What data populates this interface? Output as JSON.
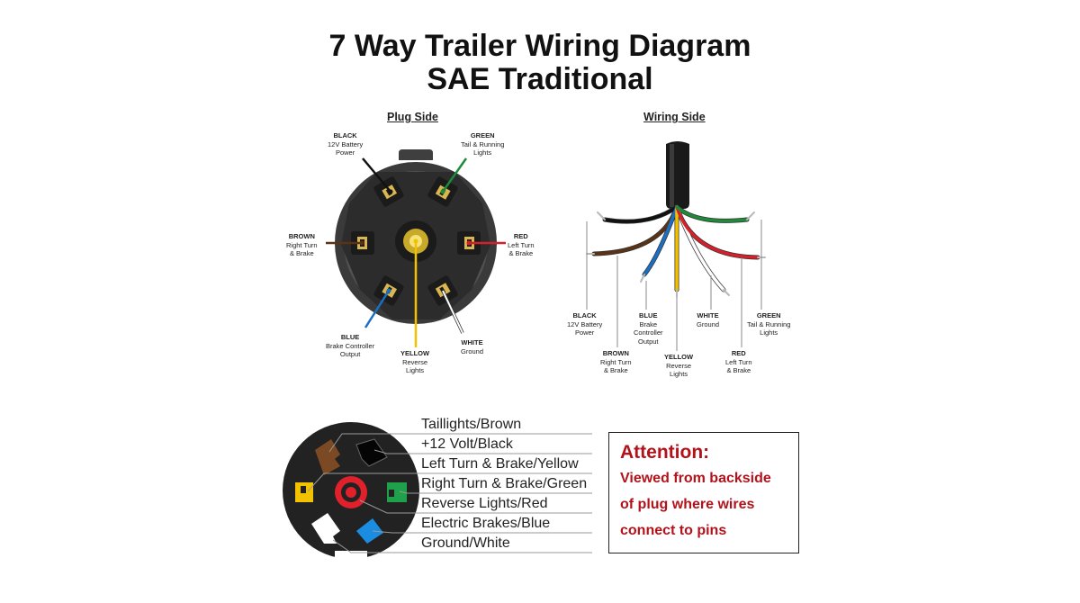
{
  "title_line1": "7 Way Trailer Wiring Diagram",
  "title_line2": "SAE Traditional",
  "plug_side": {
    "heading": "Plug Side",
    "pins": [
      {
        "id": "black",
        "color": "#111111",
        "name": "BLACK",
        "line1": "12V Battery",
        "line2": "Power"
      },
      {
        "id": "green",
        "color": "#1f8a3a",
        "name": "GREEN",
        "line1": "Tail & Running",
        "line2": "Lights"
      },
      {
        "id": "brown",
        "color": "#5a3317",
        "name": "BROWN",
        "line1": "Right Turn",
        "line2": "& Brake"
      },
      {
        "id": "red",
        "color": "#d3202a",
        "name": "RED",
        "line1": "Left Turn",
        "line2": "& Brake"
      },
      {
        "id": "blue",
        "color": "#1b6fc2",
        "name": "BLUE",
        "line1": "Brake Controller",
        "line2": "Output"
      },
      {
        "id": "yellow",
        "color": "#f2c200",
        "name": "YELLOW",
        "line1": "Reverse",
        "line2": "Lights"
      },
      {
        "id": "white",
        "color": "#ffffff",
        "name": "WHITE",
        "line1": "Ground",
        "line2": ""
      }
    ]
  },
  "wiring_side": {
    "heading": "Wiring Side",
    "wires": [
      {
        "id": "black",
        "color": "#111111",
        "name": "BLACK",
        "line1": "12V Battery",
        "line2": "Power"
      },
      {
        "id": "brown",
        "color": "#5a3317",
        "name": "BROWN",
        "line1": "Right Turn",
        "line2": "& Brake"
      },
      {
        "id": "blue",
        "color": "#1b6fc2",
        "name": "BLUE",
        "line1": "Brake",
        "line2": "Controller",
        "line3": "Output"
      },
      {
        "id": "yellow",
        "color": "#f2c200",
        "name": "YELLOW",
        "line1": "Reverse",
        "line2": "Lights"
      },
      {
        "id": "white",
        "color": "#ffffff",
        "name": "WHITE",
        "line1": "Ground",
        "line2": ""
      },
      {
        "id": "red",
        "color": "#d3202a",
        "name": "RED",
        "line1": "Left Turn",
        "line2": "& Brake"
      },
      {
        "id": "green",
        "color": "#1f8a3a",
        "name": "GREEN",
        "line1": "Tail & Running",
        "line2": "Lights"
      }
    ]
  },
  "legend": [
    "Taillights/Brown",
    "+12 Volt/Black",
    "Left Turn & Brake/Yellow",
    "Right Turn & Brake/Green",
    "Reverse Lights/Red",
    "Electric Brakes/Blue",
    "Ground/White"
  ],
  "attention": {
    "title": "Attention:",
    "line1": "Viewed from backside",
    "line2": "of plug where wires",
    "line3": "connect to pins"
  },
  "colors": {
    "attention_red": "#b3121b",
    "plug_body": "#4a4a4a",
    "brown": "#5a3317",
    "black": "#111111",
    "yellow": "#f2c200",
    "green": "#1f8a3a",
    "red": "#d3202a",
    "blue": "#1b6fc2",
    "white": "#ffffff"
  }
}
